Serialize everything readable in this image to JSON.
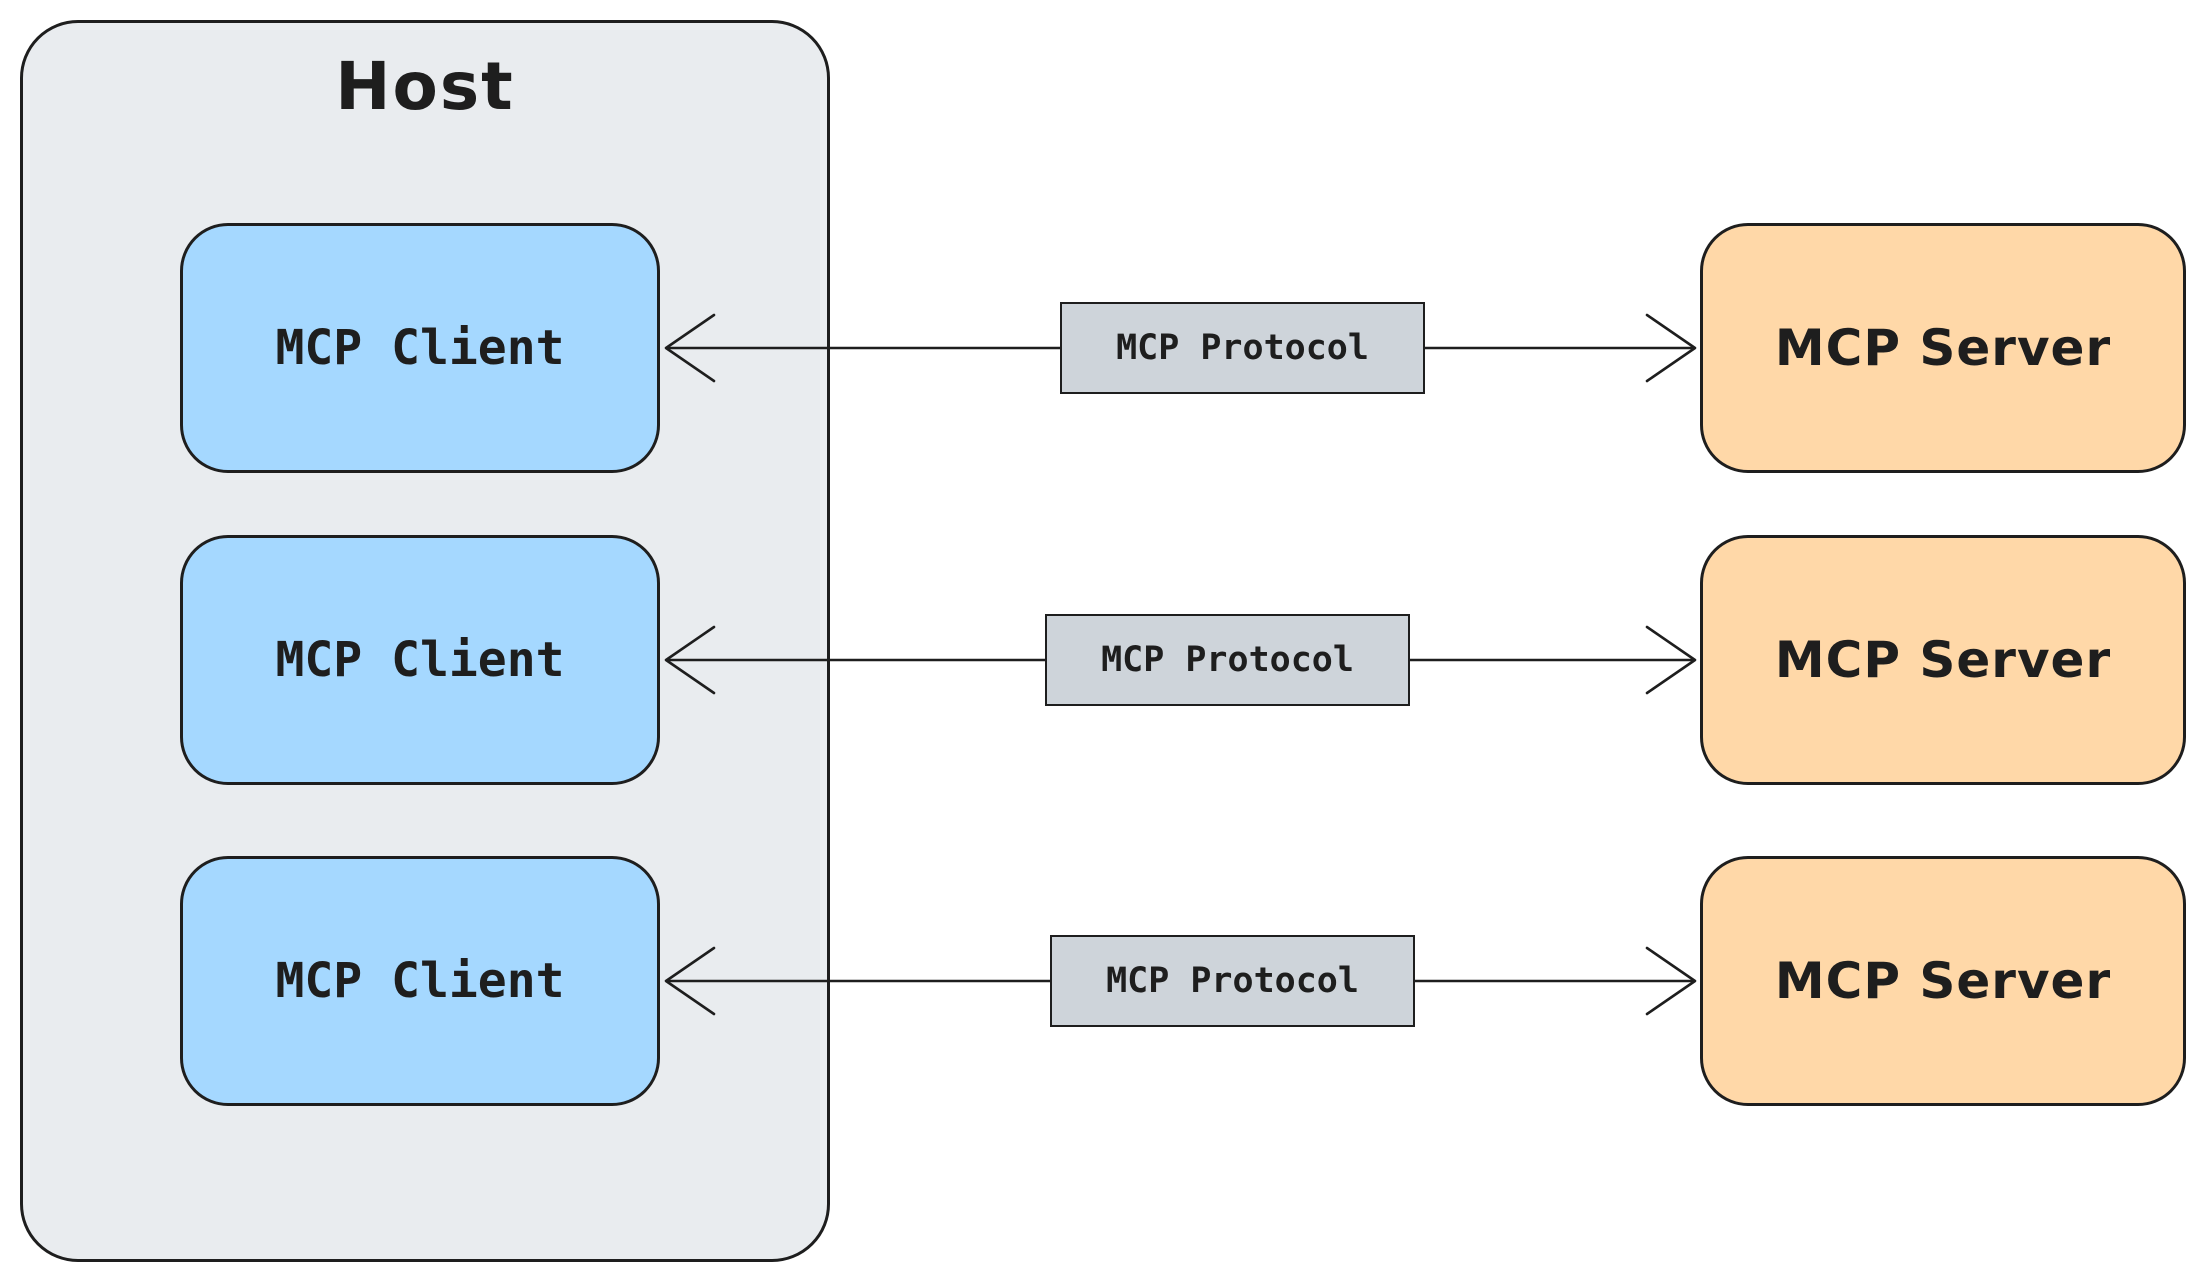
{
  "diagram": {
    "type": "architecture-diagram",
    "host": {
      "label": "Host"
    },
    "rows": [
      {
        "client_label": "MCP Client",
        "protocol_label": "MCP Protocol",
        "server_label": "MCP Server"
      },
      {
        "client_label": "MCP Client",
        "protocol_label": "MCP Protocol",
        "server_label": "MCP Server"
      },
      {
        "client_label": "MCP Client",
        "protocol_label": "MCP Protocol",
        "server_label": "MCP Server"
      }
    ],
    "connections": [
      {
        "from": "MCP Client",
        "via": "MCP Protocol",
        "to": "MCP Server",
        "arrows": "both-ends-open-chevron"
      },
      {
        "from": "MCP Client",
        "via": "MCP Protocol",
        "to": "MCP Server",
        "arrows": "both-ends-open-chevron"
      },
      {
        "from": "MCP Client",
        "via": "MCP Protocol",
        "to": "MCP Server",
        "arrows": "both-ends-open-chevron"
      }
    ],
    "colors": {
      "background": "#ffffff",
      "stroke": "#1e1e1e",
      "host_fill": "#e9ecef",
      "client_fill": "#a5d8ff",
      "server_fill": "#ffd8a8",
      "protocol_fill": "#ced4da"
    }
  }
}
